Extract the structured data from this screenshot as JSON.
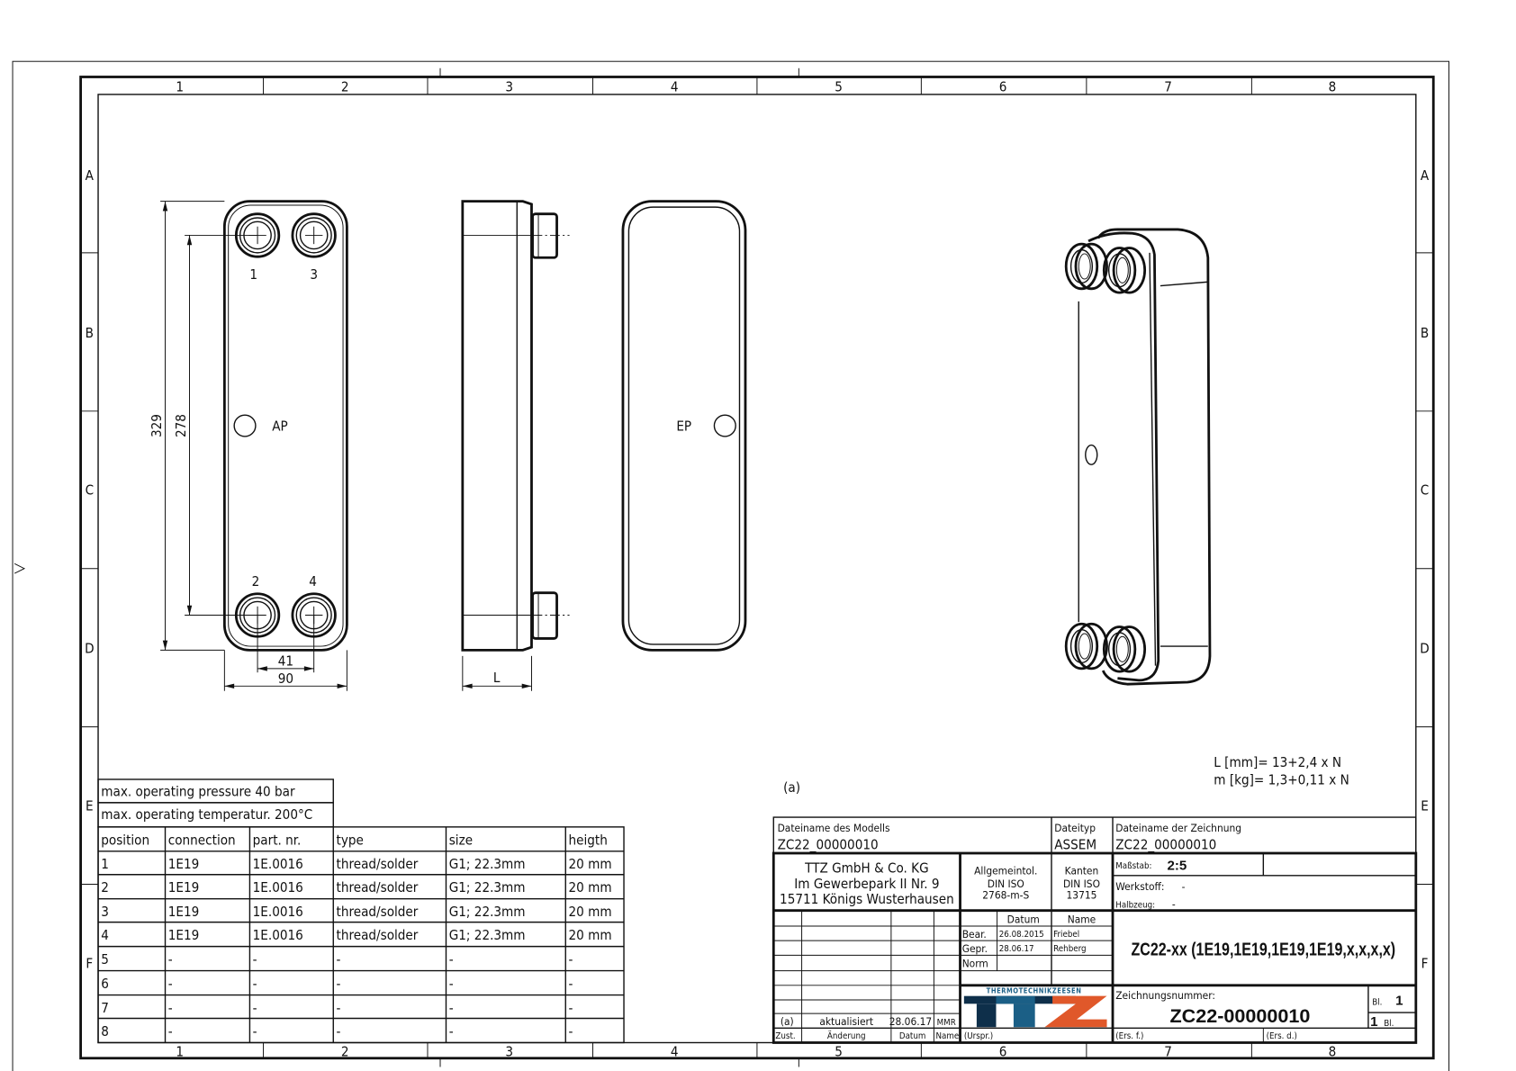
{
  "frame": {
    "columns": [
      "1",
      "2",
      "3",
      "4",
      "5",
      "6",
      "7",
      "8"
    ],
    "rows": [
      "A",
      "B",
      "C",
      "D",
      "E",
      "F"
    ]
  },
  "front_view": {
    "ports": [
      "1",
      "3",
      "2",
      "4"
    ],
    "vent_label": "AP",
    "dim_total_height": "329",
    "dim_port_distance": "278",
    "dim_port_spacing": "41",
    "dim_width": "90"
  },
  "side_view": {
    "dim_length": "L"
  },
  "back_view": {
    "vent_label": "EP"
  },
  "notes": {
    "revision_mark": "(a)",
    "length_formula": "L [mm]=  13+2,4  x  N",
    "mass_formula": "m [kg]=  1,3+0,11  x  N"
  },
  "conditions": {
    "pressure": "max. operating pressure 40 bar",
    "temperature": "max. operating temperatur. 200°C"
  },
  "connection_table": {
    "headers": [
      "position",
      "connection",
      "part. nr.",
      "type",
      "size",
      "heigth"
    ],
    "rows": [
      [
        "1",
        "1E19",
        "1E.0016",
        "thread/solder",
        "G1; 22.3mm",
        "20  mm"
      ],
      [
        "2",
        "1E19",
        "1E.0016",
        "thread/solder",
        "G1; 22.3mm",
        "20  mm"
      ],
      [
        "3",
        "1E19",
        "1E.0016",
        "thread/solder",
        "G1; 22.3mm",
        "20  mm"
      ],
      [
        "4",
        "1E19",
        "1E.0016",
        "thread/solder",
        "G1; 22.3mm",
        "20  mm"
      ],
      [
        "5",
        "-",
        "-",
        "-",
        "-",
        "-"
      ],
      [
        "6",
        "-",
        "-",
        "-",
        "-",
        "-"
      ],
      [
        "7",
        "-",
        "-",
        "-",
        "-",
        "-"
      ],
      [
        "8",
        "-",
        "-",
        "-",
        "-",
        "-"
      ]
    ]
  },
  "title_block": {
    "model_file_label": "Dateiname des Modells",
    "model_file": "ZC22_00000010",
    "file_type_label": "Dateityp",
    "file_type": "ASSEM",
    "drawing_file_label": "Dateiname der Zeichnung",
    "drawing_file": "ZC22_00000010",
    "company": [
      "TTZ GmbH & Co. KG",
      "Im Gewerbepark II Nr. 9",
      "15711 Königs Wusterhausen"
    ],
    "general_tolerance": [
      "Allgemeintol.",
      "DIN ISO",
      "2768-m-S"
    ],
    "edges": [
      "Kanten",
      "DIN ISO",
      "13715"
    ],
    "scale_label": "Maßstab:",
    "scale": "2:5",
    "material_label": "Werkstoff:",
    "material": "-",
    "semi_finished_label": "Halbzeug:",
    "semi_finished": "-",
    "date_header": "Datum",
    "name_header": "Name",
    "drawn_label": "Bear.",
    "drawn_date": "26.08.2015",
    "drawn_name": "Friebel",
    "checked_label": "Gepr.",
    "checked_date": "28.06.17",
    "checked_name": "Rehberg",
    "norm_label": "Norm",
    "title": "ZC22-xx  (1E19,1E19,1E19,1E19,x,x,x,x)",
    "revision": {
      "state": "(a)",
      "change": "aktualisiert",
      "date": "28.06.17",
      "name": "MMR"
    },
    "revision_headers": [
      "Zust.",
      "Änderung",
      "Datum",
      "Name"
    ],
    "original_label": "(Urspr.)",
    "logo_text": "THERMOTECHNIKZEESEN",
    "logo_letters": "TTZ",
    "drawing_number_label": "Zeichnungsnummer:",
    "drawing_number": "ZC22-00000010",
    "sheet_label": "Bl.",
    "sheet": "1",
    "sheets_total": "1",
    "sheets_label": "Bl.",
    "replaces_label": "(Ers. f.)",
    "replaced_by_label": "(Ers. d.)"
  },
  "colors": {
    "logo_blue": "#1b5f86",
    "logo_navy": "#0e2f4a",
    "logo_orange": "#e0582a"
  }
}
